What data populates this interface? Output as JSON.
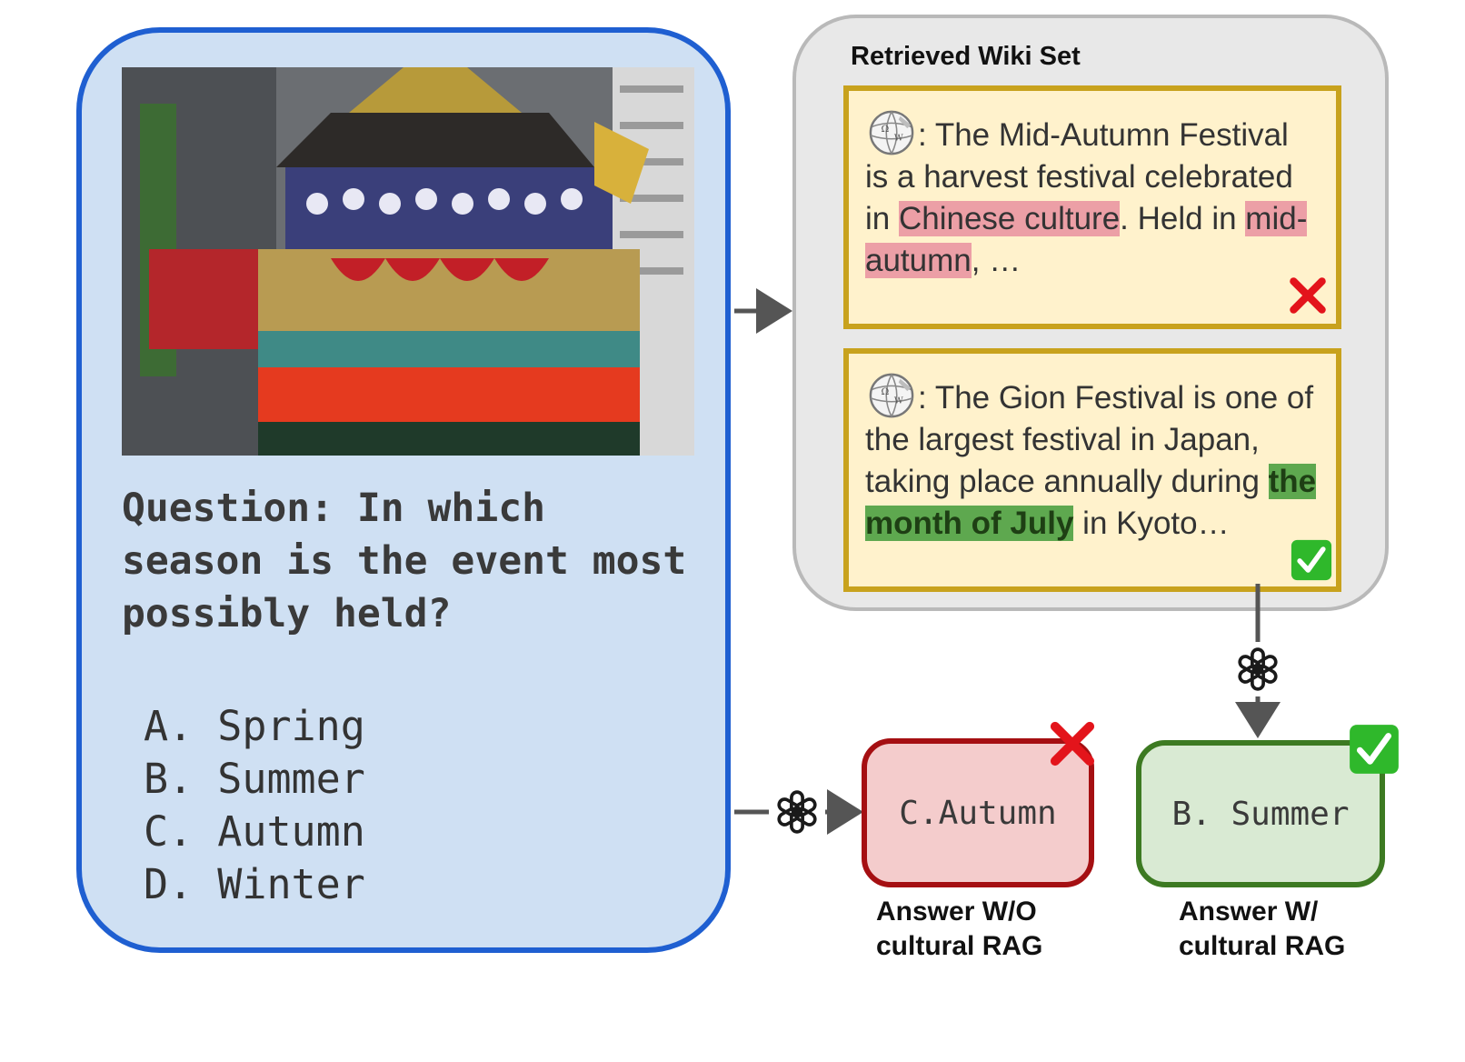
{
  "question_panel": {
    "question": "Question: In which season is the event most possibly held?",
    "options": [
      "A. Spring",
      "B. Summer",
      "C. Autumn",
      "D. Winter"
    ]
  },
  "retrieved": {
    "title": "Retrieved Wiki Set",
    "card1": {
      "pre": ": The Mid-Autumn Festival is a harvest festival celebrated in ",
      "hl1": "Chinese culture",
      "mid": ". Held in ",
      "hl2": "mid-autumn",
      "post": ", …",
      "verdict_icon": "red-x-icon"
    },
    "card2": {
      "pre": ": The Gion Festival is one of the largest festival in Japan, taking place annually during ",
      "hl": "the month of July",
      "post": " in Kyoto…",
      "verdict_icon": "green-check-icon"
    }
  },
  "answers": {
    "without_rag": {
      "label": "C.Autumn",
      "caption": "Answer W/O cultural RAG"
    },
    "with_rag": {
      "label": "B. Summer",
      "caption": "Answer W/ cultural RAG"
    }
  },
  "colors": {
    "question_border": "#1f5fd1",
    "question_fill": "#cfe0f3",
    "card_border": "#c8a21d",
    "card_fill": "#fff2cc",
    "wrong_border": "#a50f12",
    "wrong_fill": "#f4cccc",
    "right_border": "#3d7a22",
    "right_fill": "#d9ead3",
    "highlight_wrong": "#ec9fa6",
    "highlight_right": "#5ea84f"
  }
}
